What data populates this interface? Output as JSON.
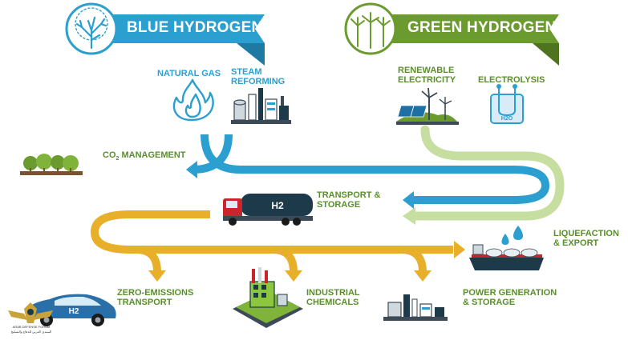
{
  "banners": {
    "blue_title": "BLUE HYDROGEN",
    "green_title": "GREEN HYDROGEN"
  },
  "labels": {
    "natural_gas": "NATURAL GAS",
    "steam_reforming": "STEAM\nREFORMING",
    "renewable_electricity": "RENEWABLE\nELECTRICITY",
    "electrolysis": "ELECTROLYSIS",
    "co2_management_prefix": "CO",
    "co2_management_sub": "2",
    "co2_management_suffix": " MANAGEMENT",
    "transport_storage": "TRANSPORT &\nSTORAGE",
    "liquefaction_export": "LIQUEFACTION\n& EXPORT",
    "zero_emissions_transport": "ZERO-EMISSIONS\nTRANSPORT",
    "industrial_chemicals": "INDUSTRIAL\nCHEMICALS",
    "power_generation_storage": "POWER GENERATION\n& STORAGE"
  },
  "icons": {
    "truck_tank_text": "H2",
    "car_text": "H2",
    "water_tank_text": "H2O"
  },
  "watermark": {
    "line1": "ARAB DEFENSE FORUM",
    "line2": "المنتدى العربي للدفاع والتسليح"
  },
  "colors": {
    "blue": "#2a9fd0",
    "green": "#6b9a2e",
    "light_green": "#c6dfa0",
    "yellow": "#e8b02a",
    "navy": "#1d3a4a",
    "red": "#c8252c"
  }
}
